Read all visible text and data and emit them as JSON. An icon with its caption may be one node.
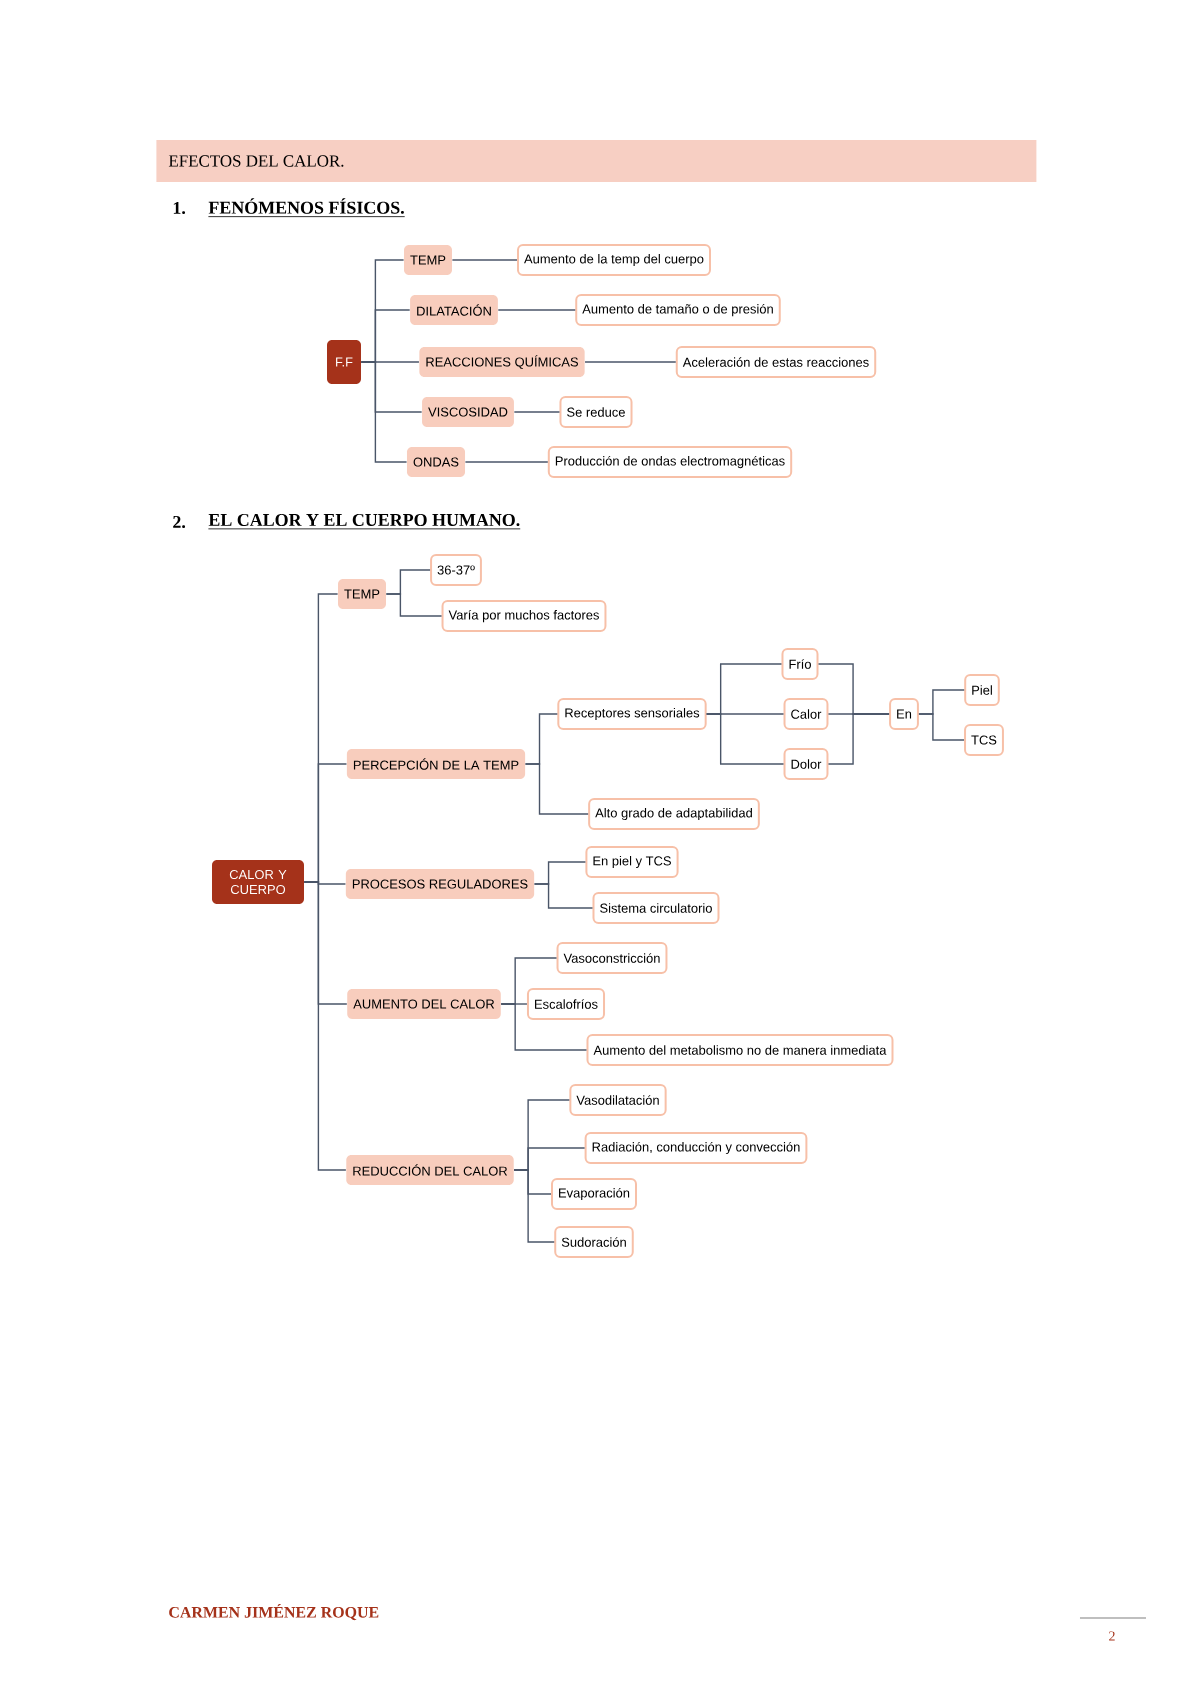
{
  "diagram": {
    "title": "EFECTOS DEL CALOR.",
    "nodes": [
      {
        "text": [
          "F.F"
        ]
      },
      {
        "text": [
          "TEMP"
        ]
      },
      {
        "text": [
          "DILATACIÓN"
        ]
      },
      {
        "text": [
          "REACCIONES QUÍMICAS"
        ]
      },
      {
        "text": [
          "VISCOSIDAD"
        ]
      },
      {
        "text": [
          "ONDAS"
        ]
      },
      {
        "text": [
          "Aumento de la temp del cuerpo"
        ]
      },
      {
        "text": [
          "Aumento de tamaño o de presión"
        ]
      },
      {
        "text": [
          "Aceleración de estas reacciones"
        ]
      },
      {
        "text": [
          "Se reduce"
        ]
      },
      {
        "text": [
          "Producción de ondas electromagnéticas"
        ]
      },
      {
        "text": [
          "CALOR Y CUERPO"
        ]
      },
      {
        "text": [
          "TEMP"
        ]
      },
      {
        "text": [
          "36-37º"
        ]
      },
      {
        "text": [
          "Varía por muchos factores"
        ]
      },
      {
        "text": [
          "PERCEPCIÓN DE LA TEMP"
        ]
      },
      {
        "text": [
          "Receptores sensoriales"
        ]
      },
      {
        "text": [
          "Frío"
        ]
      },
      {
        "text": [
          "Calor"
        ]
      },
      {
        "text": [
          "Dolor"
        ]
      },
      {
        "text": [
          "En"
        ]
      },
      {
        "text": [
          "Piel"
        ]
      },
      {
        "text": [
          "TCS"
        ]
      },
      {
        "text": [
          "Alto grado de adaptabilidad"
        ]
      },
      {
        "text": [
          "PROCESOS REGULADORES"
        ]
      },
      {
        "text": [
          "En piel y TCS"
        ]
      },
      {
        "text": [
          "Sistema circulatorio"
        ]
      },
      {
        "text": [
          "AUMENTO DEL CALOR"
        ]
      },
      {
        "text": [
          "Vasoconstricción"
        ]
      },
      {
        "text": [
          "Escalofríos"
        ]
      },
      {
        "text": [
          "Aumento del metabolismo no de manera inmediata"
        ]
      },
      {
        "text": [
          "REDUCCIÓN DEL CALOR"
        ]
      },
      {
        "text": [
          "Vasodilatación"
        ]
      },
      {
        "text": [
          "Radiación, conducción y convección"
        ]
      },
      {
        "text": [
          "Evaporación"
        ]
      },
      {
        "text": [
          "Sudoración"
        ]
      }
    ],
    "edges": [
      {
        "from": 0,
        "to": 1,
        "arrow": "none"
      },
      {
        "from": 0,
        "to": 2,
        "arrow": "none"
      },
      {
        "from": 0,
        "to": 3,
        "arrow": "none"
      },
      {
        "from": 0,
        "to": 4,
        "arrow": "none"
      },
      {
        "from": 0,
        "to": 5,
        "arrow": "none"
      },
      {
        "from": 1,
        "to": 6,
        "arrow": "none"
      },
      {
        "from": 2,
        "to": 7,
        "arrow": "none"
      },
      {
        "from": 3,
        "to": 8,
        "arrow": "none"
      },
      {
        "from": 4,
        "to": 9,
        "arrow": "none"
      },
      {
        "from": 5,
        "to": 10,
        "arrow": "none"
      },
      {
        "from": 11,
        "to": 12,
        "arrow": "none"
      },
      {
        "from": 11,
        "to": 15,
        "arrow": "none"
      },
      {
        "from": 11,
        "to": 24,
        "arrow": "none"
      },
      {
        "from": 11,
        "to": 27,
        "arrow": "none"
      },
      {
        "from": 11,
        "to": 31,
        "arrow": "none"
      },
      {
        "from": 12,
        "to": 13,
        "arrow": "none"
      },
      {
        "from": 12,
        "to": 14,
        "arrow": "none"
      },
      {
        "from": 15,
        "to": 16,
        "arrow": "none"
      },
      {
        "from": 15,
        "to": 23,
        "arrow": "none"
      },
      {
        "from": 16,
        "to": 17,
        "arrow": "none"
      },
      {
        "from": 16,
        "to": 18,
        "arrow": "none"
      },
      {
        "from": 16,
        "to": 19,
        "arrow": "none"
      },
      {
        "from": 17,
        "to": 20,
        "arrow": "none"
      },
      {
        "from": 18,
        "to": 20,
        "arrow": "none"
      },
      {
        "from": 19,
        "to": 20,
        "arrow": "none"
      },
      {
        "from": 20,
        "to": 21,
        "arrow": "none"
      },
      {
        "from": 20,
        "to": 22,
        "arrow": "none"
      },
      {
        "from": 24,
        "to": 25,
        "arrow": "none"
      },
      {
        "from": 24,
        "to": 26,
        "arrow": "none"
      },
      {
        "from": 27,
        "to": 28,
        "arrow": "none"
      },
      {
        "from": 27,
        "to": 29,
        "arrow": "none"
      },
      {
        "from": 27,
        "to": 30,
        "arrow": "none"
      },
      {
        "from": 31,
        "to": 32,
        "arrow": "none"
      },
      {
        "from": 31,
        "to": 33,
        "arrow": "none"
      },
      {
        "from": 31,
        "to": 34,
        "arrow": "none"
      },
      {
        "from": 31,
        "to": 35,
        "arrow": "none"
      }
    ],
    "labels": [
      "1.",
      "FENÓMENOS FÍSICOS.",
      "2.",
      "EL CALOR Y EL CUERPO HUMANO.",
      "CARMEN JIMÉNEZ ROQUE",
      "2"
    ]
  }
}
